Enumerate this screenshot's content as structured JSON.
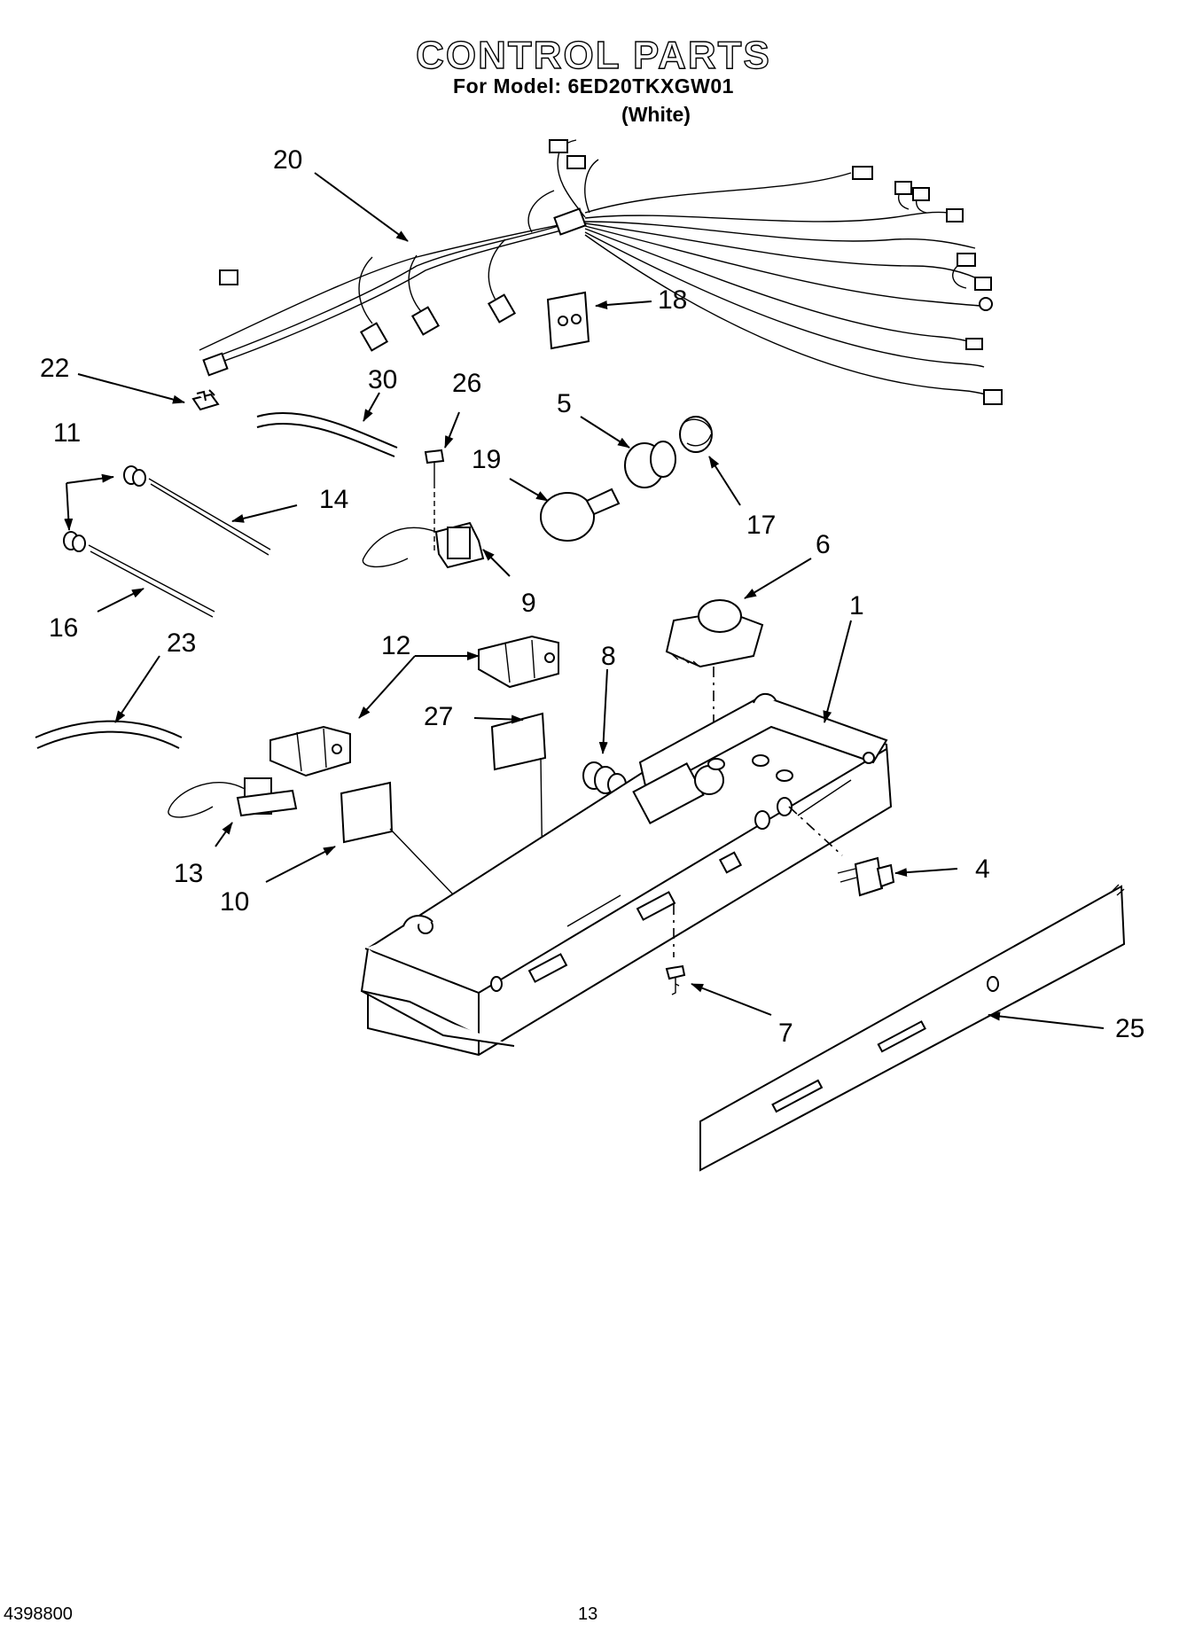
{
  "header": {
    "title": "CONTROL PARTS",
    "model_line": "For Model: 6ED20TKXGW01",
    "color_line": "(White)"
  },
  "footer": {
    "document_number": "4398800",
    "page_number": "13"
  },
  "callouts": {
    "c1": "1",
    "c4": "4",
    "c5": "5",
    "c6": "6",
    "c7": "7",
    "c8": "8",
    "c9": "9",
    "c10": "10",
    "c11": "11",
    "c12": "12",
    "c13": "13",
    "c14": "14",
    "c16": "16",
    "c17": "17",
    "c18": "18",
    "c19": "19",
    "c20": "20",
    "c22": "22",
    "c23": "23",
    "c25": "25",
    "c26": "26",
    "c27": "27",
    "c30": "30"
  }
}
